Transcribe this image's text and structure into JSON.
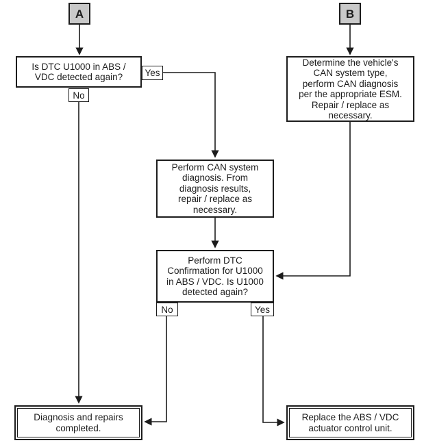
{
  "flowchart": {
    "nodes": {
      "entry_a": {
        "label": "A"
      },
      "entry_b": {
        "label": "B"
      },
      "question_dtc_detected": {
        "text": "Is DTC U1000 in ABS /\nVDC detected again?"
      },
      "determine_can_system": {
        "text": "Determine the vehicle's\nCAN system type,\nperform CAN diagnosis\nper the appropriate ESM.\nRepair / replace as\nnecessary."
      },
      "perform_can_diagnosis": {
        "text": "Perform CAN system\ndiagnosis. From\ndiagnosis results,\nrepair / replace as\nnecessary."
      },
      "perform_dtc_confirmation": {
        "text": "Perform DTC\nConfirmation for U1000\nin ABS / VDC. Is U1000\ndetected again?"
      },
      "diagnosis_completed": {
        "text": "Diagnosis and repairs\ncompleted."
      },
      "replace_actuator": {
        "text": "Replace the ABS / VDC\nactuator control unit."
      }
    },
    "edge_labels": {
      "question_yes": "Yes",
      "question_no": "No",
      "confirmation_no": "No",
      "confirmation_yes": "Yes"
    },
    "colors": {
      "background": "#ffffff",
      "line": "#1c1c1c",
      "node_fill": "#ffffff",
      "terminal_fill": "#c9c9c9"
    }
  }
}
